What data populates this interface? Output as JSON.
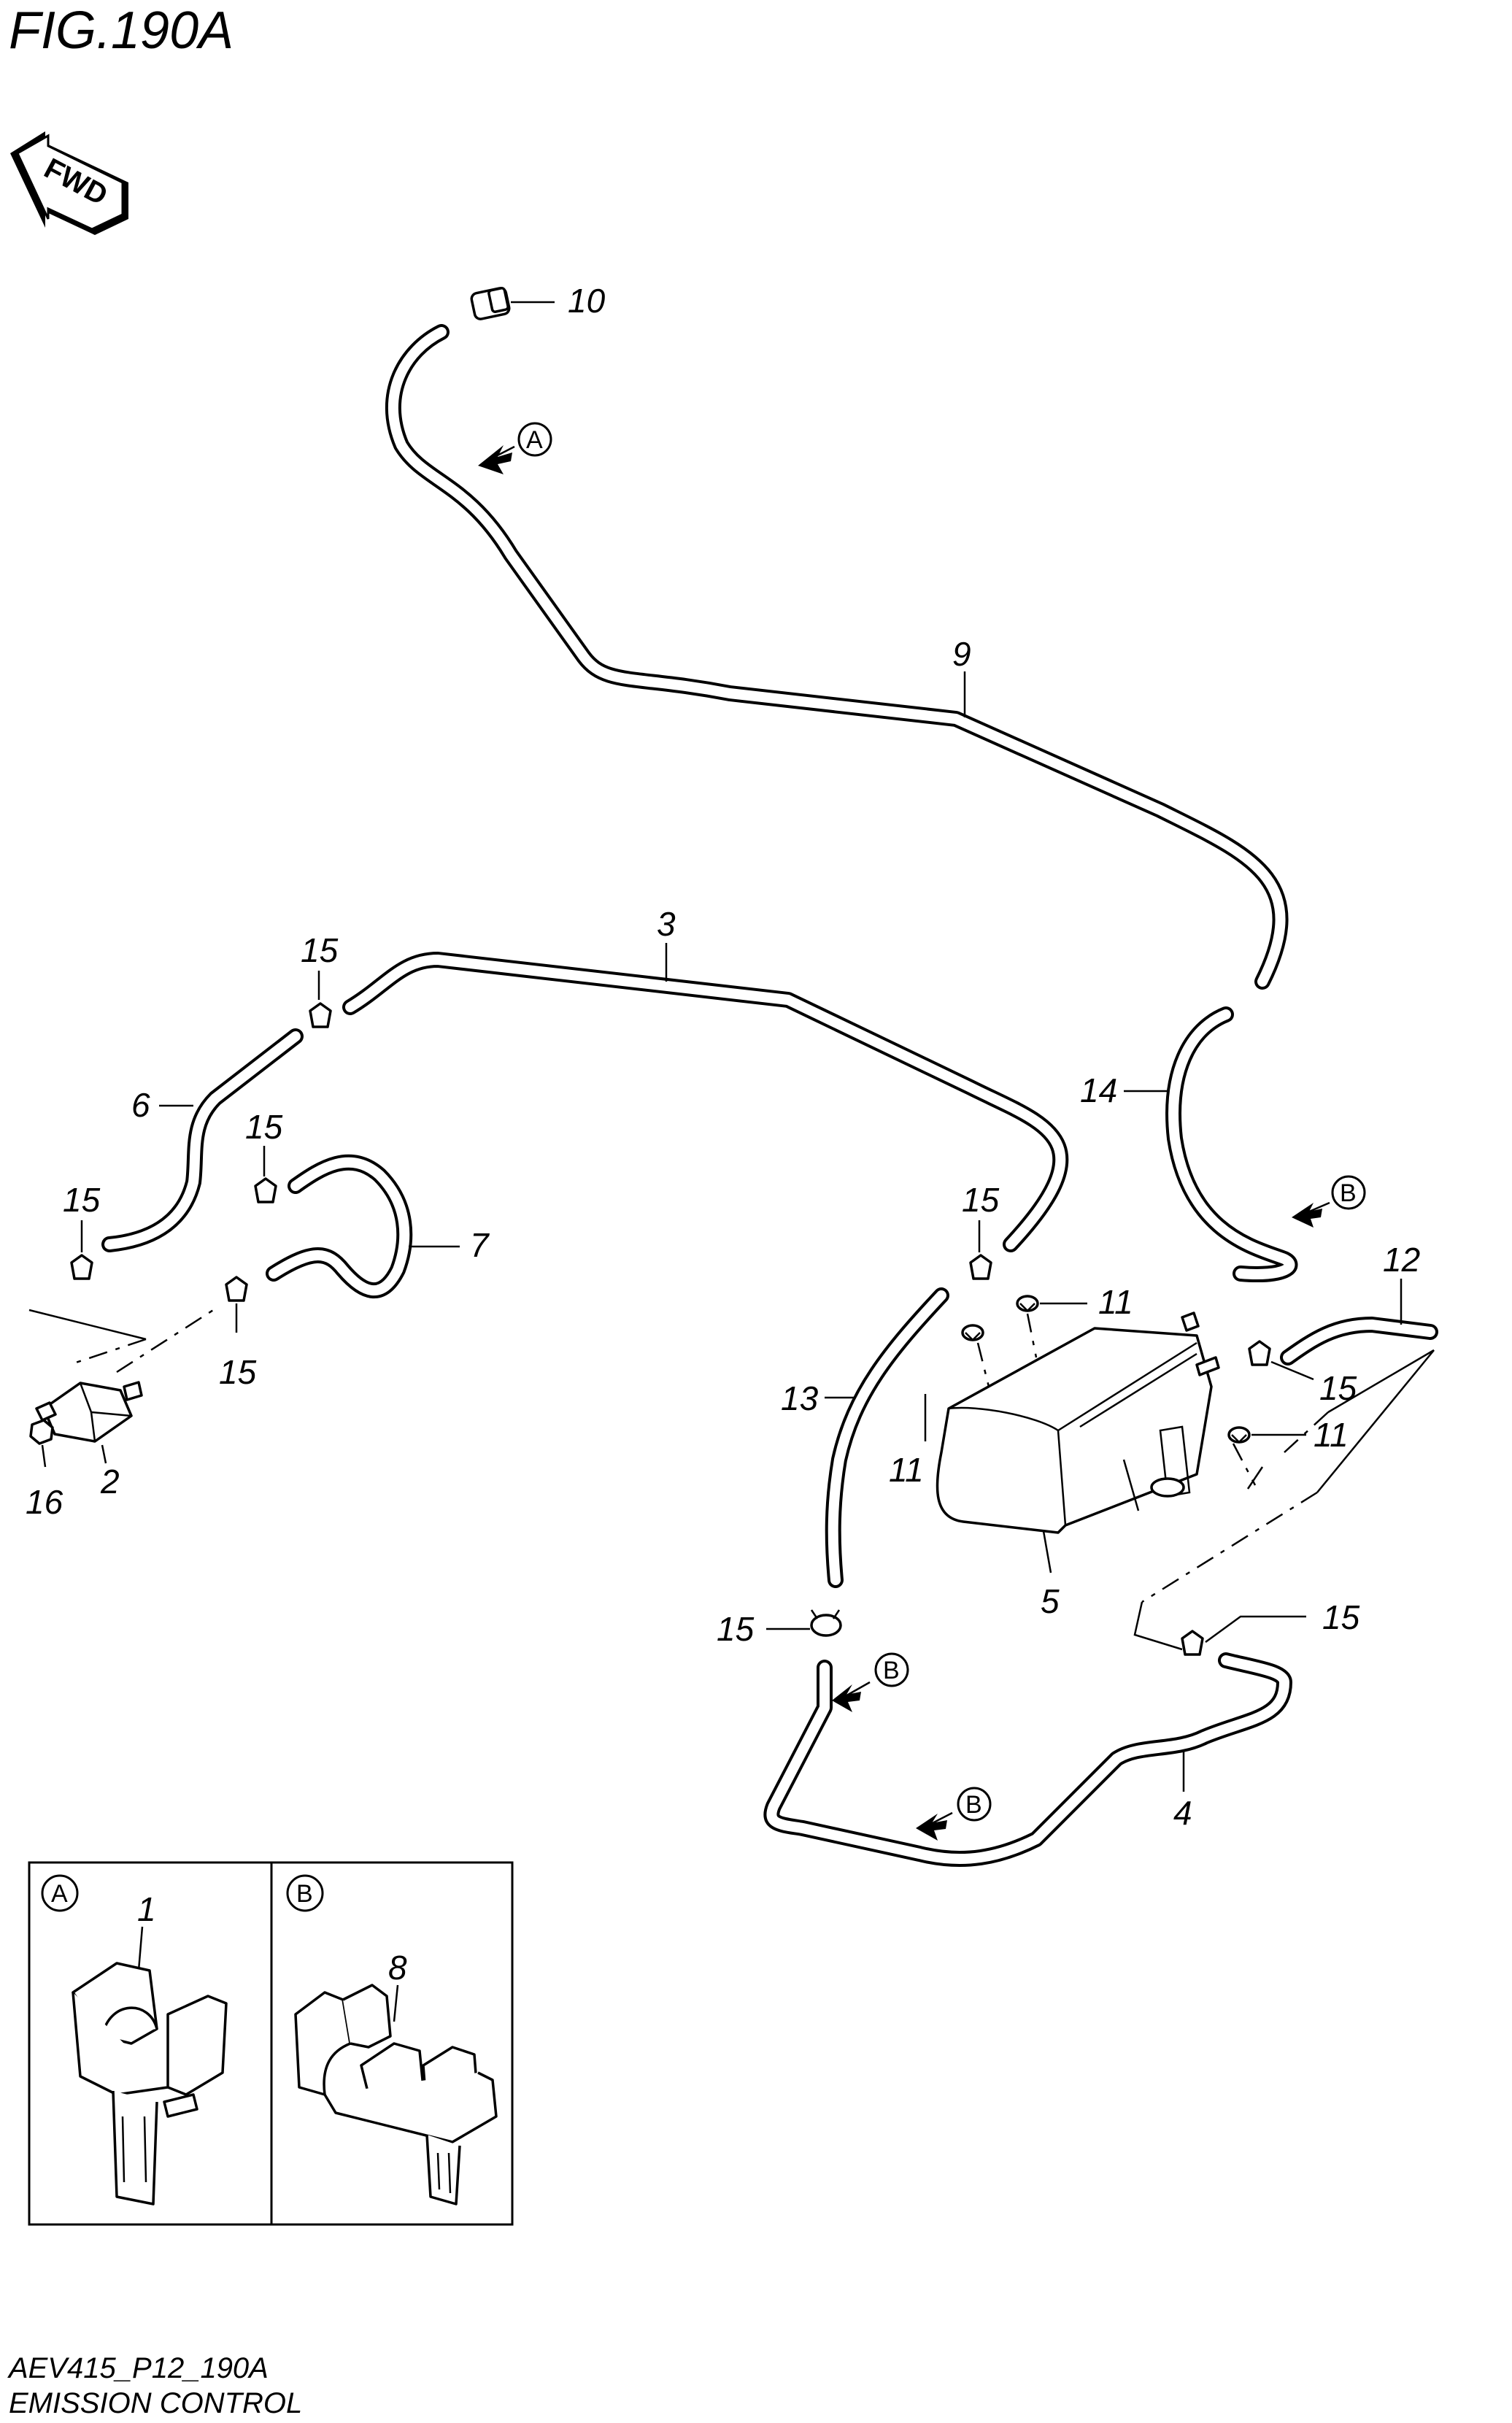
{
  "figure": {
    "title": "FIG.190A",
    "fwd_label": "FWD",
    "code": "AEV415_P12_190A",
    "caption": "EMISSION CONTROL"
  },
  "callouts": {
    "p10": "10",
    "p9": "9",
    "p3": "3",
    "p14": "14",
    "p12": "12",
    "p6": "6",
    "p7": "7",
    "p2": "2",
    "p16": "16",
    "p13": "13",
    "p5": "5",
    "p4": "4",
    "p11a": "11",
    "p11b": "11",
    "p11c": "11",
    "p15a": "15",
    "p15b": "15",
    "p15c": "15",
    "p15d": "15",
    "p15e": "15",
    "p15f": "15",
    "p15g": "15",
    "p15h": "15",
    "detail_a_part": "1",
    "detail_b_part": "8"
  },
  "refs": {
    "a1": "A",
    "b1": "B",
    "b2": "B",
    "b3": "B",
    "detail_a": "A",
    "detail_b": "B"
  }
}
